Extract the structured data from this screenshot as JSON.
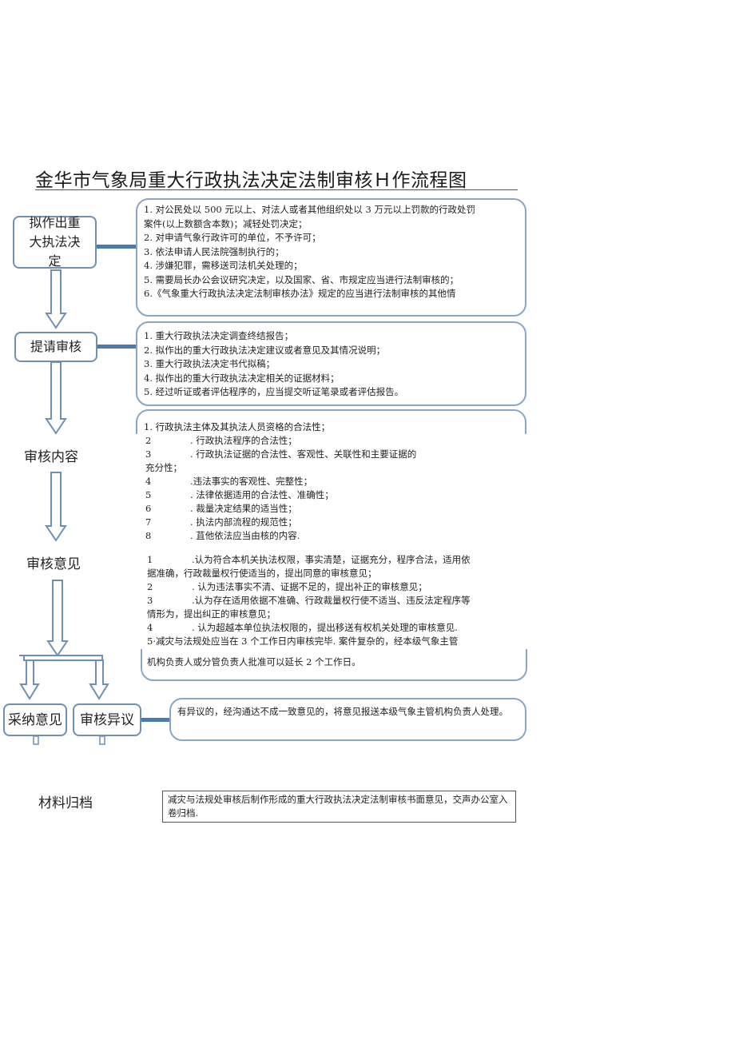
{
  "title": "金华市气象局重大行政执法决定法制审核Ｈ作流程图",
  "steps": {
    "draft": "拟作出重大执法决定",
    "submit": "提请审核",
    "content": "审核内容",
    "opinion": "审核意见",
    "adopt": "采纳意见",
    "objection": "审核异议",
    "archive": "材料归档"
  },
  "draft_items": [
    "1. 对公民处以 500 元以上、对法人或者其他组织处以 3 万元以上罚款的行政处罚",
    "案件(以上数额含本数)；减轻处罚决定；",
    "2. 对申请气象行政许可的单位，不予许可；",
    "3. 依法申请人民法院强制执行的；",
    "4. 涉嫌犯罪，需移送司法机关处理的；",
    "5. 需要局长办公会议研究决定，以及国家、省、市规定应当进行法制审核的；",
    "6.《气象重大行政执法决定法制审核办法》规定的应当进行法制审核的其他情"
  ],
  "submit_items": [
    "1. 重大行政执法决定调查终结报告；",
    "2. 拟作出的重大行政执法决定建议或者意见及其情况说明；",
    "3. 重大行政执法决定书代拟稿；",
    "4. 拟作出的重大行政执法决定相关的证据材料；",
    "5. 经过听证或者评估程序的，应当提交听证笔录或者评估报告。"
  ],
  "content_first": "1. 行政执法主体及其执法人员资格的合法性；",
  "content_items": [
    {
      "n": "2",
      "t": ". 行政执法程序的合法性；"
    },
    {
      "n": "3",
      "t": ". 行政执法证据的合法性、客观性、关联性和主要证据的"
    },
    {
      "n": "",
      "t": "充分性；"
    },
    {
      "n": "4",
      "t": ".违法事实的客观性、完整性；"
    },
    {
      "n": "5",
      "t": ". 法律依据适用的合法性、准确性；"
    },
    {
      "n": "6",
      "t": ". 裁量决定结果的适当性；"
    },
    {
      "n": "7",
      "t": ". 执法内部流程的规范性；"
    },
    {
      "n": "8",
      "t": ". 苴他依法应当由核的内容."
    }
  ],
  "opinion_items": [
    {
      "n": "1",
      "t": ".认为符合本机关执法权限，事实清楚，证据充分，程序合法，适用依"
    },
    {
      "n": "",
      "t": "据准确，行政裁量权行使适当的，提出同意的审核意见；"
    },
    {
      "n": "2",
      "t": ". 认为违法事实不清、证据不足的，提出补正的审核意见；"
    },
    {
      "n": "3",
      "t": ".认为存在适用依据不准确、行政裁量权行使不适当、违反法定程序等"
    },
    {
      "n": "",
      "t": "情形为，提出纠正的审核意见；"
    },
    {
      "n": "4",
      "t": ". 认为超越本单位执法权限的，提出移送有权机关处理的审核意见."
    }
  ],
  "opinion_note_1": "5·减灾与法规处应当在 3 个工作日内审核完毕. 案件复杂的，经本级气象主管",
  "opinion_note_2": "机构负责人或分管负责人批准可以延长 2 个工作日。",
  "objection_text": "有异议的，经沟通达不成一致意见的，将意见报送本级气象主管机构负责人处理。",
  "archive_text": "减灾与法规处审核后制作形成的重大行政执法决定法制审核书面意见，交声办公室入卷归档.",
  "colors": {
    "box_border": "#6f8fb3",
    "connector": "#4f79a8",
    "arrow": "#6f8fb3"
  }
}
